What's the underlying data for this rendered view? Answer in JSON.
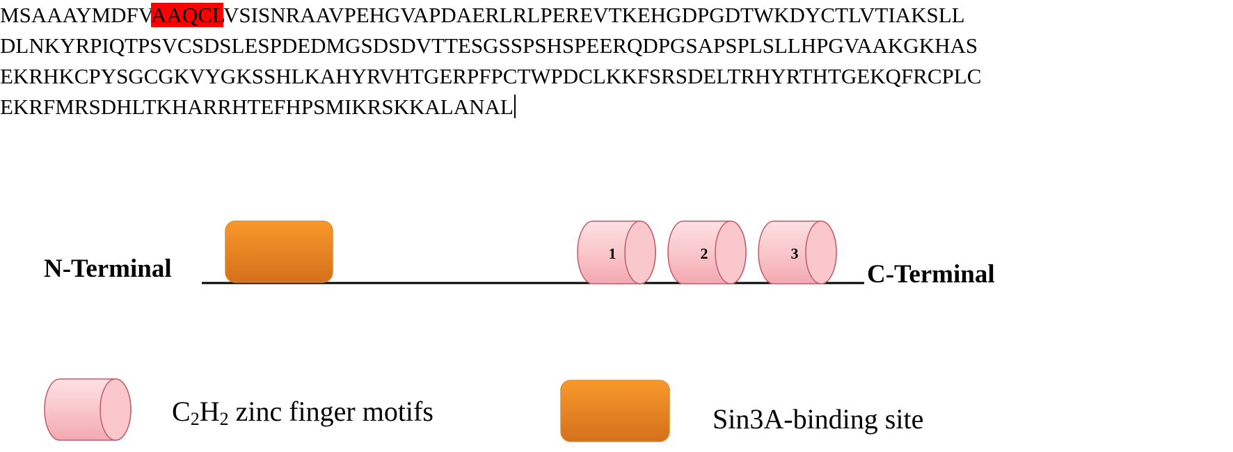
{
  "sequence": {
    "line1_pre": "MSAAAYMDFV",
    "line1_motif": "AAQCL",
    "line1_post": "VSISNRAAVPEHGVAPDAERLRLPEREVTKEHGDPGDTWKDYCTLVTIAKSLL",
    "line2": "DLNKYRPIQTPSVCSDSLESPDEDMGSDSDVTTESGSSPSHSPEERQDPGSAPSPLSLLHPGVAAKGKHAS",
    "line3": "EKRHKCPYSGCGKVYGKSSHLKAHYRVHTGERPFPCTWPDCLKKFSRSDELTRHYRTHTGEKQFRCPLC",
    "line4": "EKRFMRSDHLTKHARRHTEFHPSMIKRSKKALANAL"
  },
  "diagram": {
    "n_terminal": "N-Terminal",
    "c_terminal": "C-Terminal",
    "zinc_fingers": [
      "1",
      "2",
      "3"
    ]
  },
  "legend": {
    "zinc_finger": {
      "c": "C",
      "c_sub": "2",
      "h": "H",
      "h_sub": "2",
      "rest": " zinc finger motifs"
    },
    "sin3a": "Sin3A-binding site"
  },
  "colors": {
    "motif_highlight": "#ff0000",
    "cylinder_fill": "#f9c7cc",
    "cylinder_stroke": "#c25a66",
    "binding_site_top": "#f8992b",
    "binding_site_bottom": "#d4701c"
  },
  "icons": {
    "zinc_finger": "cylinder-icon",
    "binding_site": "rounded-rectangle-icon"
  }
}
